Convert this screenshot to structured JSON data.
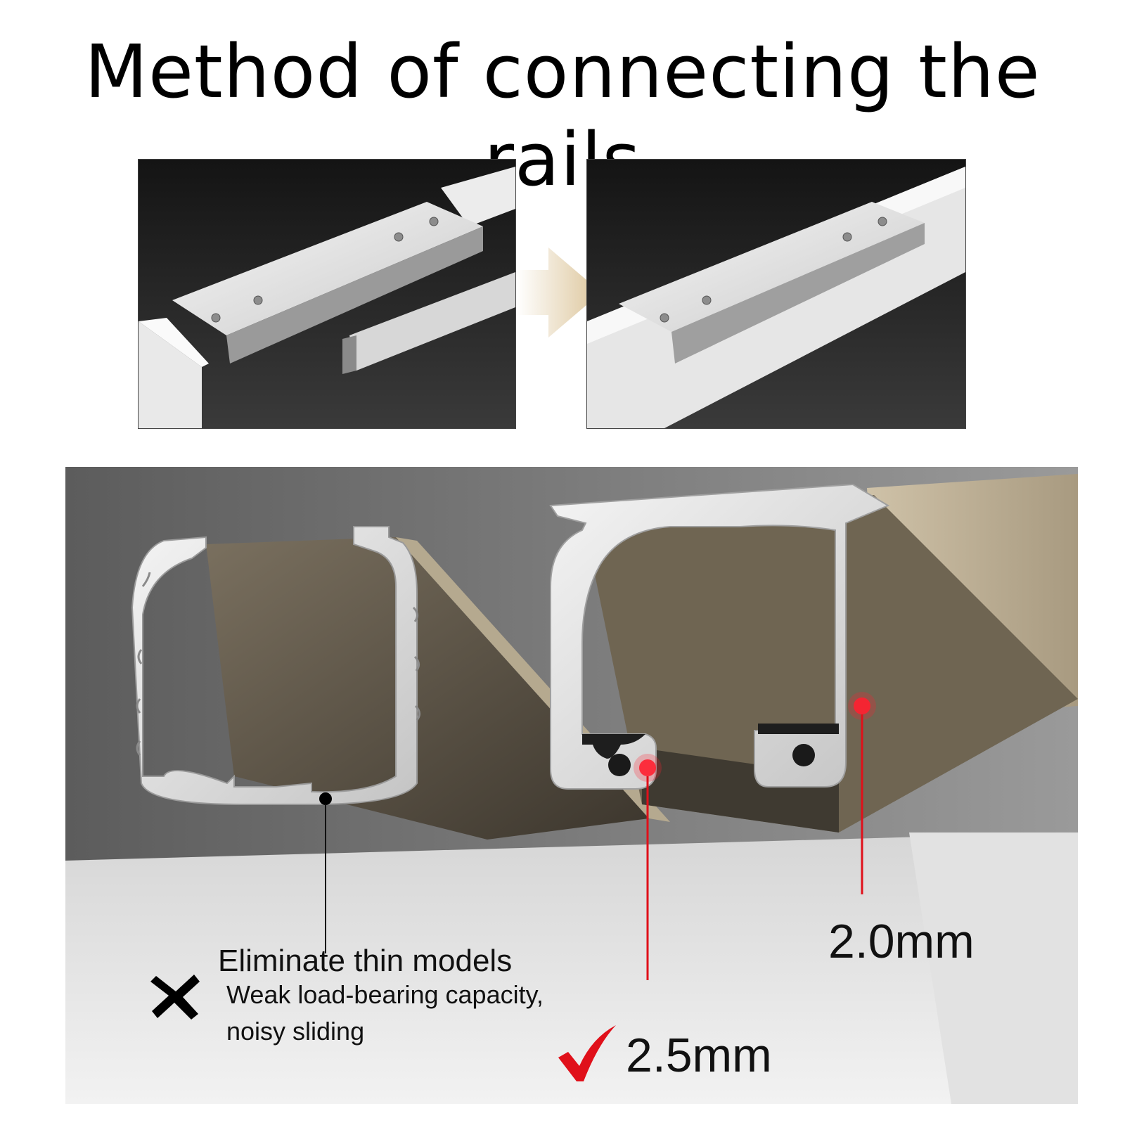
{
  "title": "Method of connecting the rails",
  "steps": [
    {
      "name": "before-joining",
      "label": ""
    },
    {
      "name": "after-joining",
      "label": ""
    }
  ],
  "comparison": {
    "thin_model": {
      "heading": "Eliminate thin models",
      "desc_line1": "Weak load-bearing capacity,",
      "desc_line2": "noisy sliding",
      "icon": "cross-icon"
    },
    "thick_model": {
      "thickness_bottom": "2.5mm",
      "thickness_side": "2.0mm",
      "icon": "checkmark-icon"
    }
  },
  "colors": {
    "background": "#ffffff",
    "photo_dark": "#1f1f1f",
    "rail_beige": "#b9ab93",
    "aluminium": "#e6e6e6",
    "accent_red": "#e0101a",
    "arrow_tan": "#e3cfa6"
  }
}
